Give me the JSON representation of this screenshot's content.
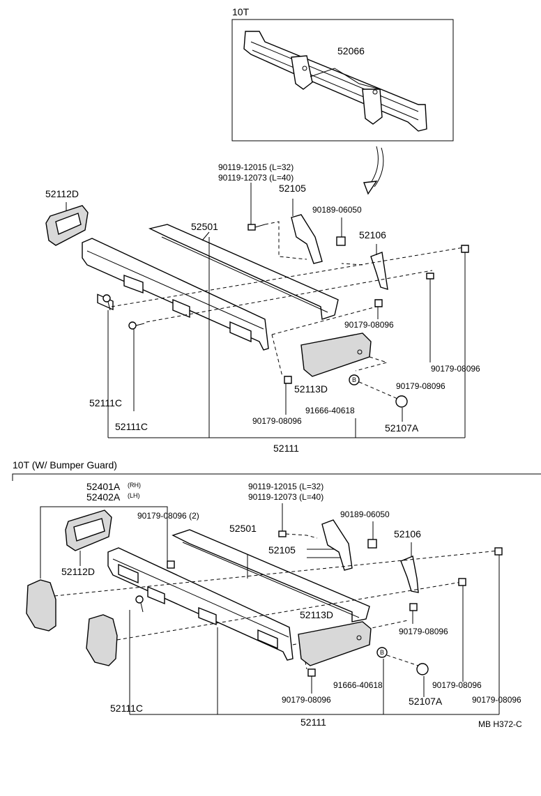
{
  "sections": {
    "top_title": "10T",
    "bottom_title": "10T (W/ Bumper Guard)"
  },
  "top": {
    "p52066": "52066",
    "bolt_a": "90119-12015 (L=32)",
    "bolt_b": "90119-12073 (L=40)",
    "p52105": "52105",
    "p52112D": "52112D",
    "p52501": "52501",
    "p90189": "90189-06050",
    "p52106": "52106",
    "p90179_a": "90179-08096",
    "p90179_b": "90179-08096",
    "p90179_c": "90179-08096",
    "p90179_d": "90179-08096",
    "p52113D": "52113D",
    "p91666": "91666-40618",
    "p52111C_a": "52111C",
    "p52111C_b": "52111C",
    "p52107A": "52107A",
    "p52111": "52111",
    "circle_b": "B"
  },
  "bottom": {
    "p52401A": "52401A",
    "p52401A_side": "(RH)",
    "p52402A": "52402A",
    "p52402A_side": "(LH)",
    "bolt_a": "90119-12015 (L=32)",
    "bolt_b": "90119-12073 (L=40)",
    "p90179_2": "90179-08096 (2)",
    "p52501": "52501",
    "p90189": "90189-06050",
    "p52105": "52105",
    "p52106": "52106",
    "p52112D": "52112D",
    "p52113D": "52113D",
    "p90179_a": "90179-08096",
    "p90179_b": "90179-08096",
    "p90179_c": "90179-08096",
    "p90179_d": "90179-08096",
    "p91666": "91666-40618",
    "p52107A": "52107A",
    "p52111C": "52111C",
    "p52111": "52111",
    "circle_b": "B",
    "ref": "MB  H372-C"
  }
}
